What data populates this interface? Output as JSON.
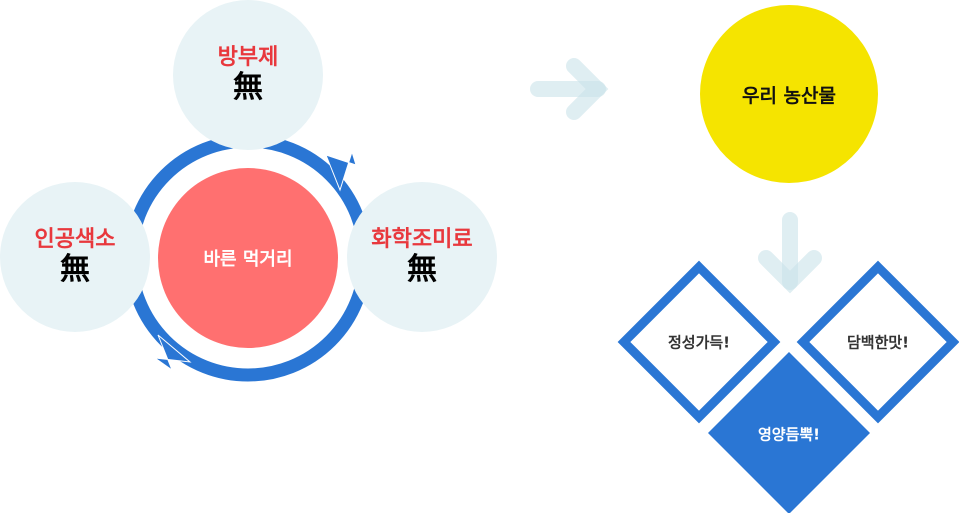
{
  "cycle": {
    "center_label": "바른 먹거리",
    "items": [
      {
        "label": "방부제",
        "mark": "無"
      },
      {
        "label": "인공색소",
        "mark": "無"
      },
      {
        "label": "화학조미료",
        "mark": "無"
      }
    ]
  },
  "source": {
    "label": "우리 농산물"
  },
  "benefits": [
    {
      "label": "정성가득!"
    },
    {
      "label": "담백한맛!"
    },
    {
      "label": "영양듬뿍!"
    }
  ],
  "colors": {
    "blue": "#2a76d4",
    "red": "#ff7070",
    "yellow": "#f5e400",
    "light": "#e8f3f6",
    "accent_text": "#e8383d"
  }
}
